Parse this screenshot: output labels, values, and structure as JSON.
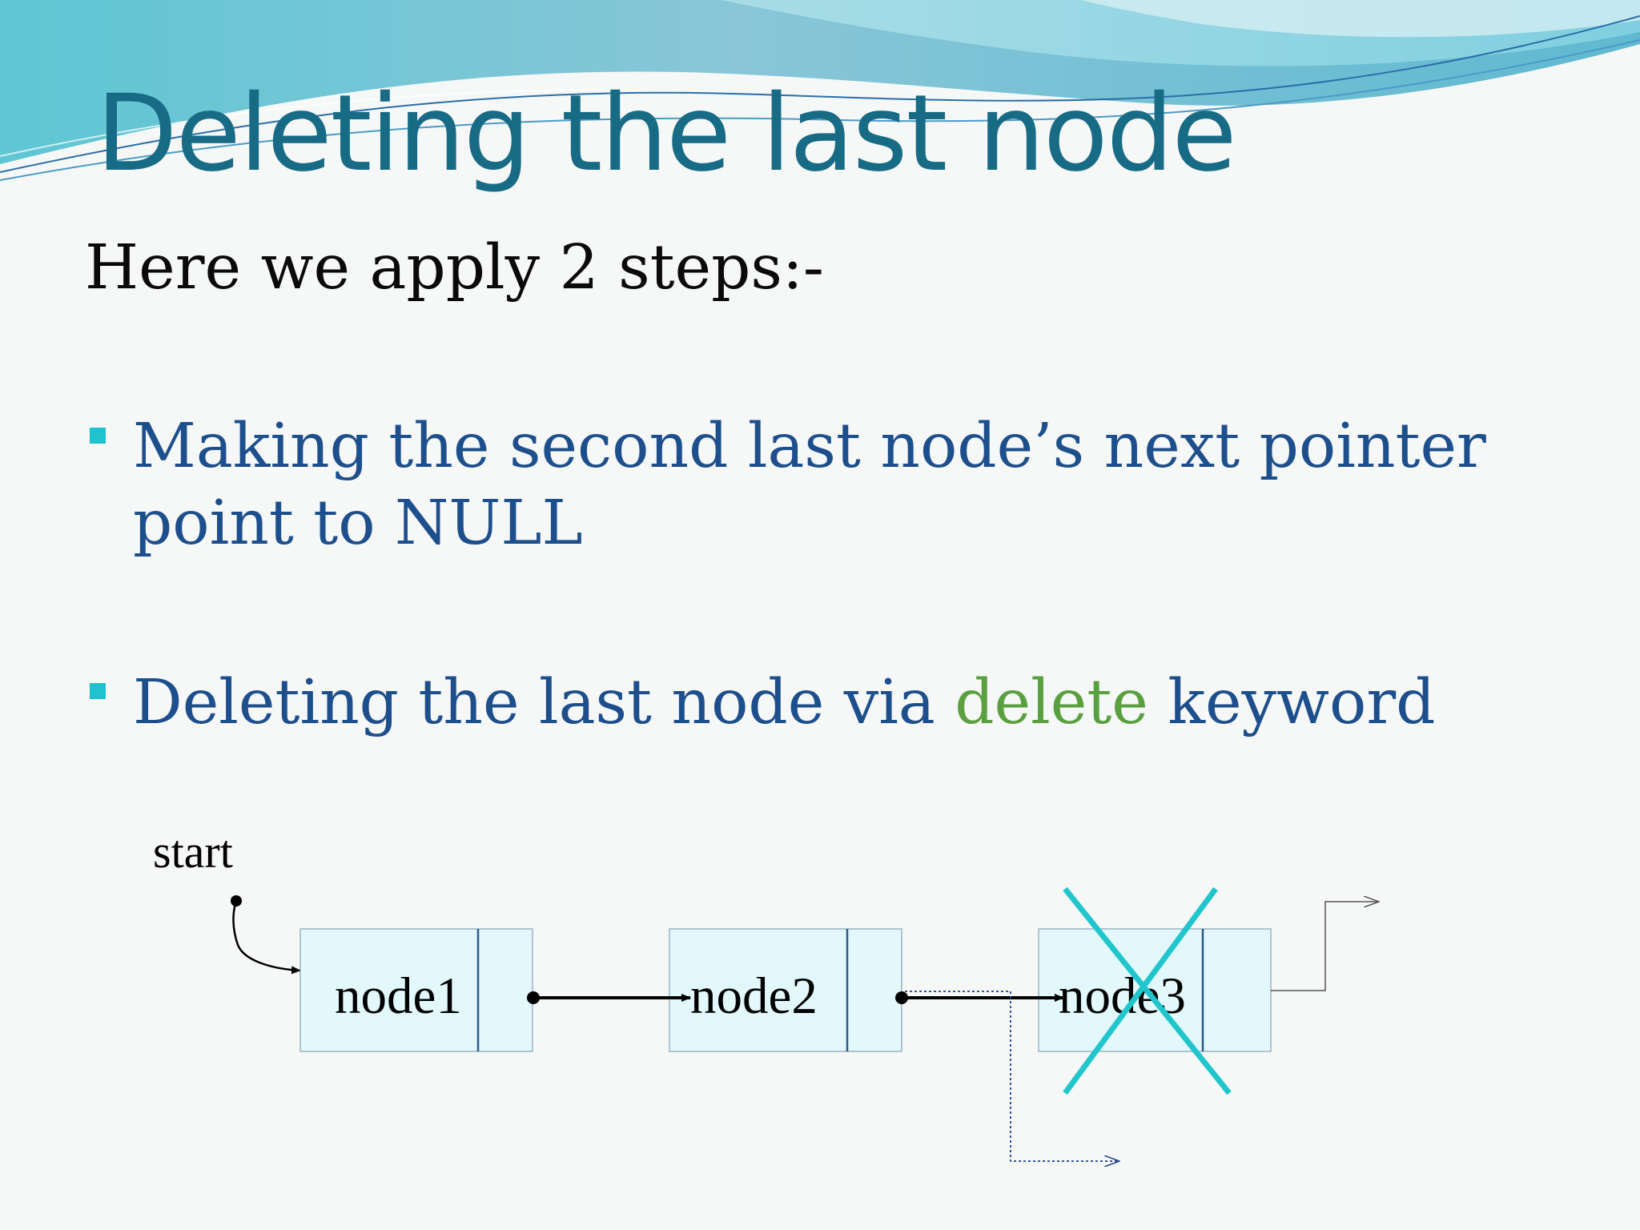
{
  "slide": {
    "title": "Deleting the last node",
    "intro": "Here we apply 2 steps:-",
    "bullets": [
      {
        "text": "Making the second last node’s next pointer point to NULL"
      },
      {
        "before": "Deleting the last node via ",
        "keyword": "delete",
        "after": " keyword"
      }
    ]
  },
  "diagram": {
    "start_label": "start",
    "nodes": [
      {
        "label": "node1"
      },
      {
        "label": "node2"
      },
      {
        "label": "node3",
        "deleted": true
      }
    ]
  },
  "colors": {
    "title": "#186b85",
    "bullet_text": "#1d4f8c",
    "keyword": "#5aa03f",
    "bullet_marker": "#1fc2cf",
    "node_fill": "#e2f8fc",
    "delete_cross": "#20c6cc"
  }
}
